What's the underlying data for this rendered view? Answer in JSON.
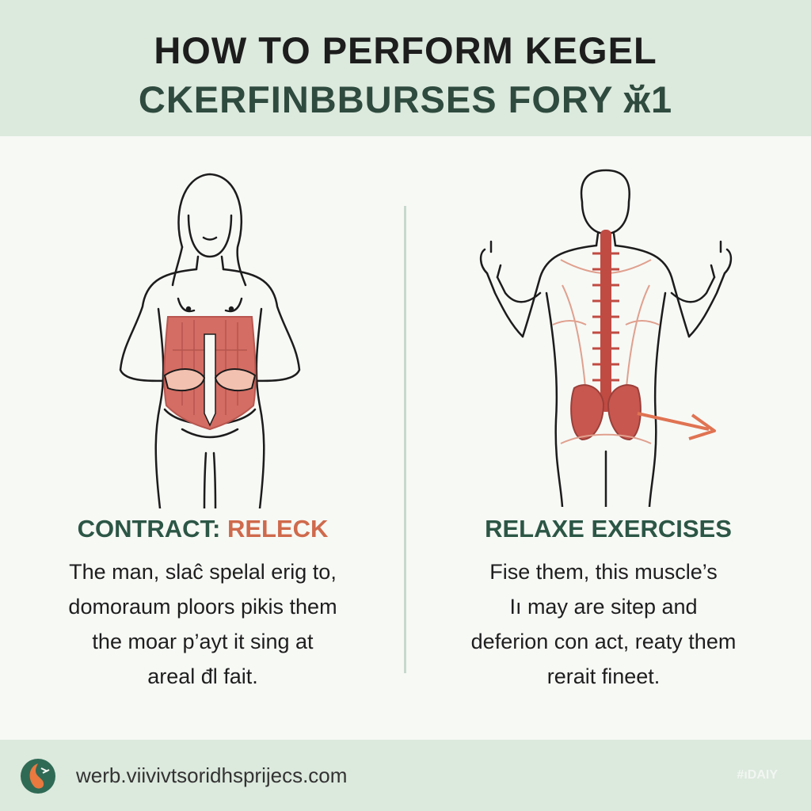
{
  "header": {
    "title_line1": "HOW TO PERFORM KEGEL",
    "title_line2": "CKERFINBBURSES FORY ӂ1"
  },
  "left": {
    "heading_main": "CONTRACT: ",
    "heading_accent": "RELECK",
    "lines": [
      "The man, slaĉ spelal erig to,",
      "domoraum ploors pikis them",
      "the moar p’ayt it sing at",
      "areal đl fait."
    ]
  },
  "right": {
    "heading": "RELAXE EXERCISES",
    "lines": [
      "Fise them, this muscle’s",
      "Iı may are sitep and",
      "deferion con act, reaty them",
      "rerait fineet."
    ]
  },
  "footer": {
    "url": "werb.viivivtsoridhsprijecs.com",
    "tag": "#ıDAIY"
  },
  "colors": {
    "header_bg": "#dce9dd",
    "heading_green": "#2c5646",
    "accent_coral": "#cf6a4c",
    "muscle_red": "#c85a52"
  }
}
